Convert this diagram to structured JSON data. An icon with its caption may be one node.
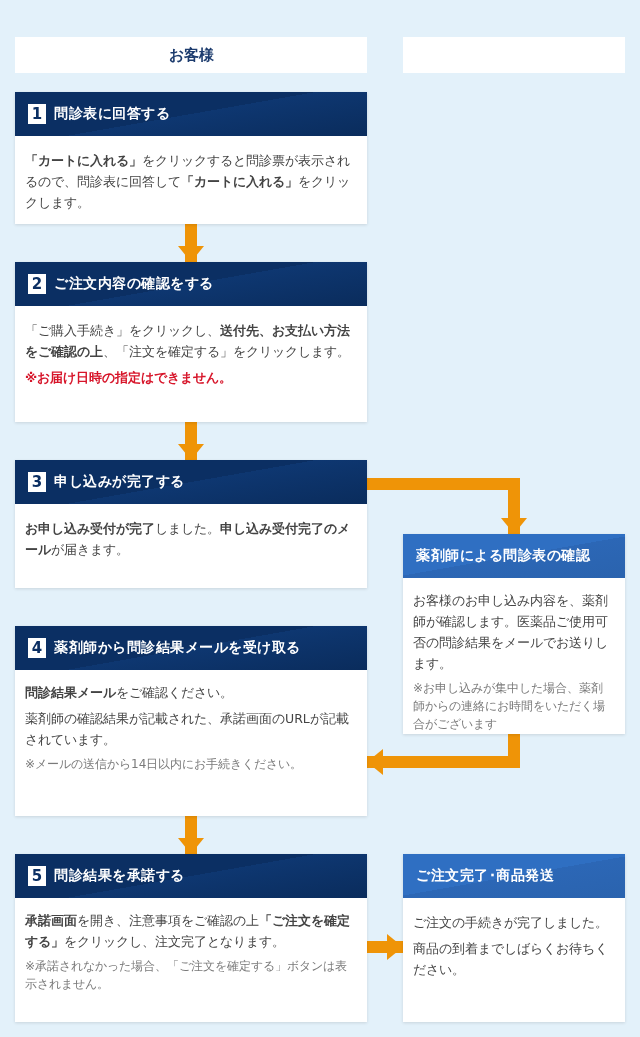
{
  "diagram": {
    "nodes": [
      {
        "text": [
          "お客様"
        ]
      },
      {
        "text": [],
        "shape": "box"
      },
      {
        "text": [
          "1",
          "問診表に回答する",
          "**「カートに入れる」**をクリックすると問診票が表示されるので、問診表に回答して**「カートに入れる」**をクリックします。"
        ]
      },
      {
        "text": [
          "2",
          "ご注文内容の確認をする",
          "「ご購入手続き」をクリックし、**送付先、お支払い方法をご確認の上**、「注文を確定する」をクリックします。",
          "※お届け日時の指定はできません。"
        ]
      },
      {
        "text": [
          "3",
          "申し込みが完了する",
          "**お申し込み受付が完了**しました。**申し込み受付完了のメール**が届きます。"
        ]
      },
      {
        "text": [
          "薬剤師による問診表の確認",
          "お客様のお申し込み内容を、薬剤師が確認します。医薬品ご使用可否の問診結果をメールでお送りします。",
          "※お申し込みが集中した場合、薬剤師からの連絡にお時間をいただく場合がございます"
        ]
      },
      {
        "text": [
          "4",
          "薬剤師から問診結果メールを受け取る",
          "**問診結果メール**をご確認ください。",
          "薬剤師の確認結果が記載された、承諾画面のURLが記載されています。",
          "※メールの送信から14日以内にお手続きください。"
        ]
      },
      {
        "text": [
          "5",
          "問診結果を承諾する",
          "**承諾画面**を開き、注意事項をご確認の上**「ご注文を確定する」**をクリックし、注文完了となります。",
          "※承諾されなかった場合、「ご注文を確定する」ボタンは表示されません。"
        ]
      },
      {
        "text": [
          "ご注文完了･商品発送",
          "ご注文の手続きが完了しました。",
          "商品の到着までしばらくお待ちください。"
        ]
      }
    ],
    "edges": [
      {
        "from": 2,
        "to": 3,
        "arrow": "to"
      },
      {
        "from": 3,
        "to": 4,
        "arrow": "to"
      },
      {
        "from": 4,
        "to": 5,
        "arrow": "to"
      },
      {
        "from": 5,
        "to": 6,
        "arrow": "to"
      },
      {
        "from": 6,
        "to": 7,
        "arrow": "to"
      },
      {
        "from": 7,
        "to": 8,
        "arrow": "to"
      }
    ]
  }
}
